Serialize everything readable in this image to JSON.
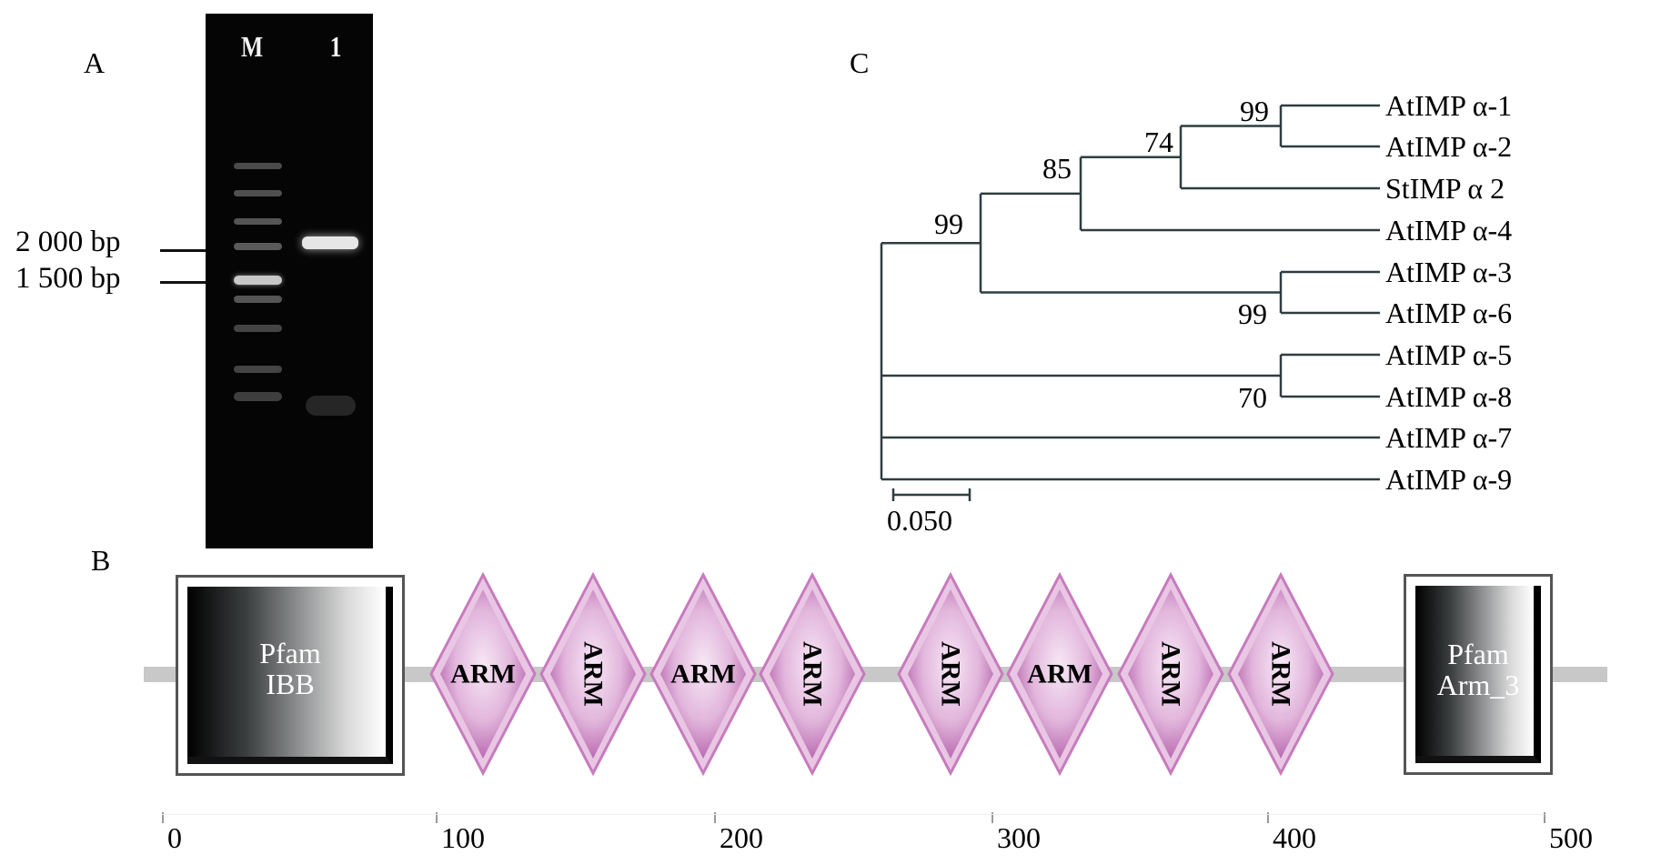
{
  "panels": {
    "a": {
      "letter": "A",
      "lanes": [
        "M",
        "1"
      ],
      "markers": [
        {
          "label": "2 000 bp"
        },
        {
          "label": "1 500 bp"
        }
      ]
    },
    "b": {
      "letter": "B",
      "domains": [
        {
          "type": "pfam",
          "label": "Pfam\nIBB"
        },
        {
          "type": "arm",
          "label": "ARM",
          "orientation": "horizontal"
        },
        {
          "type": "arm",
          "label": "ARM",
          "orientation": "vertical"
        },
        {
          "type": "arm",
          "label": "ARM",
          "orientation": "horizontal"
        },
        {
          "type": "arm",
          "label": "ARM",
          "orientation": "vertical"
        },
        {
          "type": "arm",
          "label": "ARM",
          "orientation": "vertical"
        },
        {
          "type": "arm",
          "label": "ARM",
          "orientation": "horizontal"
        },
        {
          "type": "arm",
          "label": "ARM",
          "orientation": "vertical"
        },
        {
          "type": "arm",
          "label": "ARM",
          "orientation": "vertical"
        },
        {
          "type": "pfam",
          "label": "Pfam\nArm_3"
        }
      ],
      "axis_ticks": [
        "0",
        "100",
        "200",
        "300",
        "400",
        "500"
      ]
    },
    "c": {
      "letter": "C",
      "leaves": [
        "AtIMPα-1",
        "AtIMPα-2",
        "StIMPα2",
        "AtIMPα-4",
        "AtIMPα-3",
        "AtIMPα-6",
        "AtIMPα-5",
        "AtIMPα-8",
        "AtIMPα-7",
        "AtIMPα-9"
      ],
      "leaf_display": [
        "AtIMP α-1",
        "AtIMP α-2",
        "StIMP α 2",
        "AtIMP α-4",
        "AtIMP α-3",
        "AtIMP α-6",
        "AtIMP α-5",
        "AtIMP α-8",
        "AtIMP α-7",
        "AtIMP α-9"
      ],
      "bootstrap": [
        {
          "node": "AtIMPα-1/AtIMPα-2",
          "value": "99"
        },
        {
          "node": "(α-1,α-2)/StIMPα2",
          "value": "74"
        },
        {
          "node": "(α-1,α-2,St)/AtIMPα-4",
          "value": "85"
        },
        {
          "node": "(α-1,α-2,St,α-4)/(α-3,α-6)",
          "value": "99"
        },
        {
          "node": "AtIMPα-3/AtIMPα-6",
          "value": "99"
        },
        {
          "node": "AtIMPα-5/AtIMPα-8",
          "value": "70"
        }
      ],
      "scale_bar": "0.050"
    }
  },
  "colors": {
    "tree_line": "#2f3d40",
    "arm_fill": "#c77bbd",
    "backbone": "#c8c8c8"
  }
}
